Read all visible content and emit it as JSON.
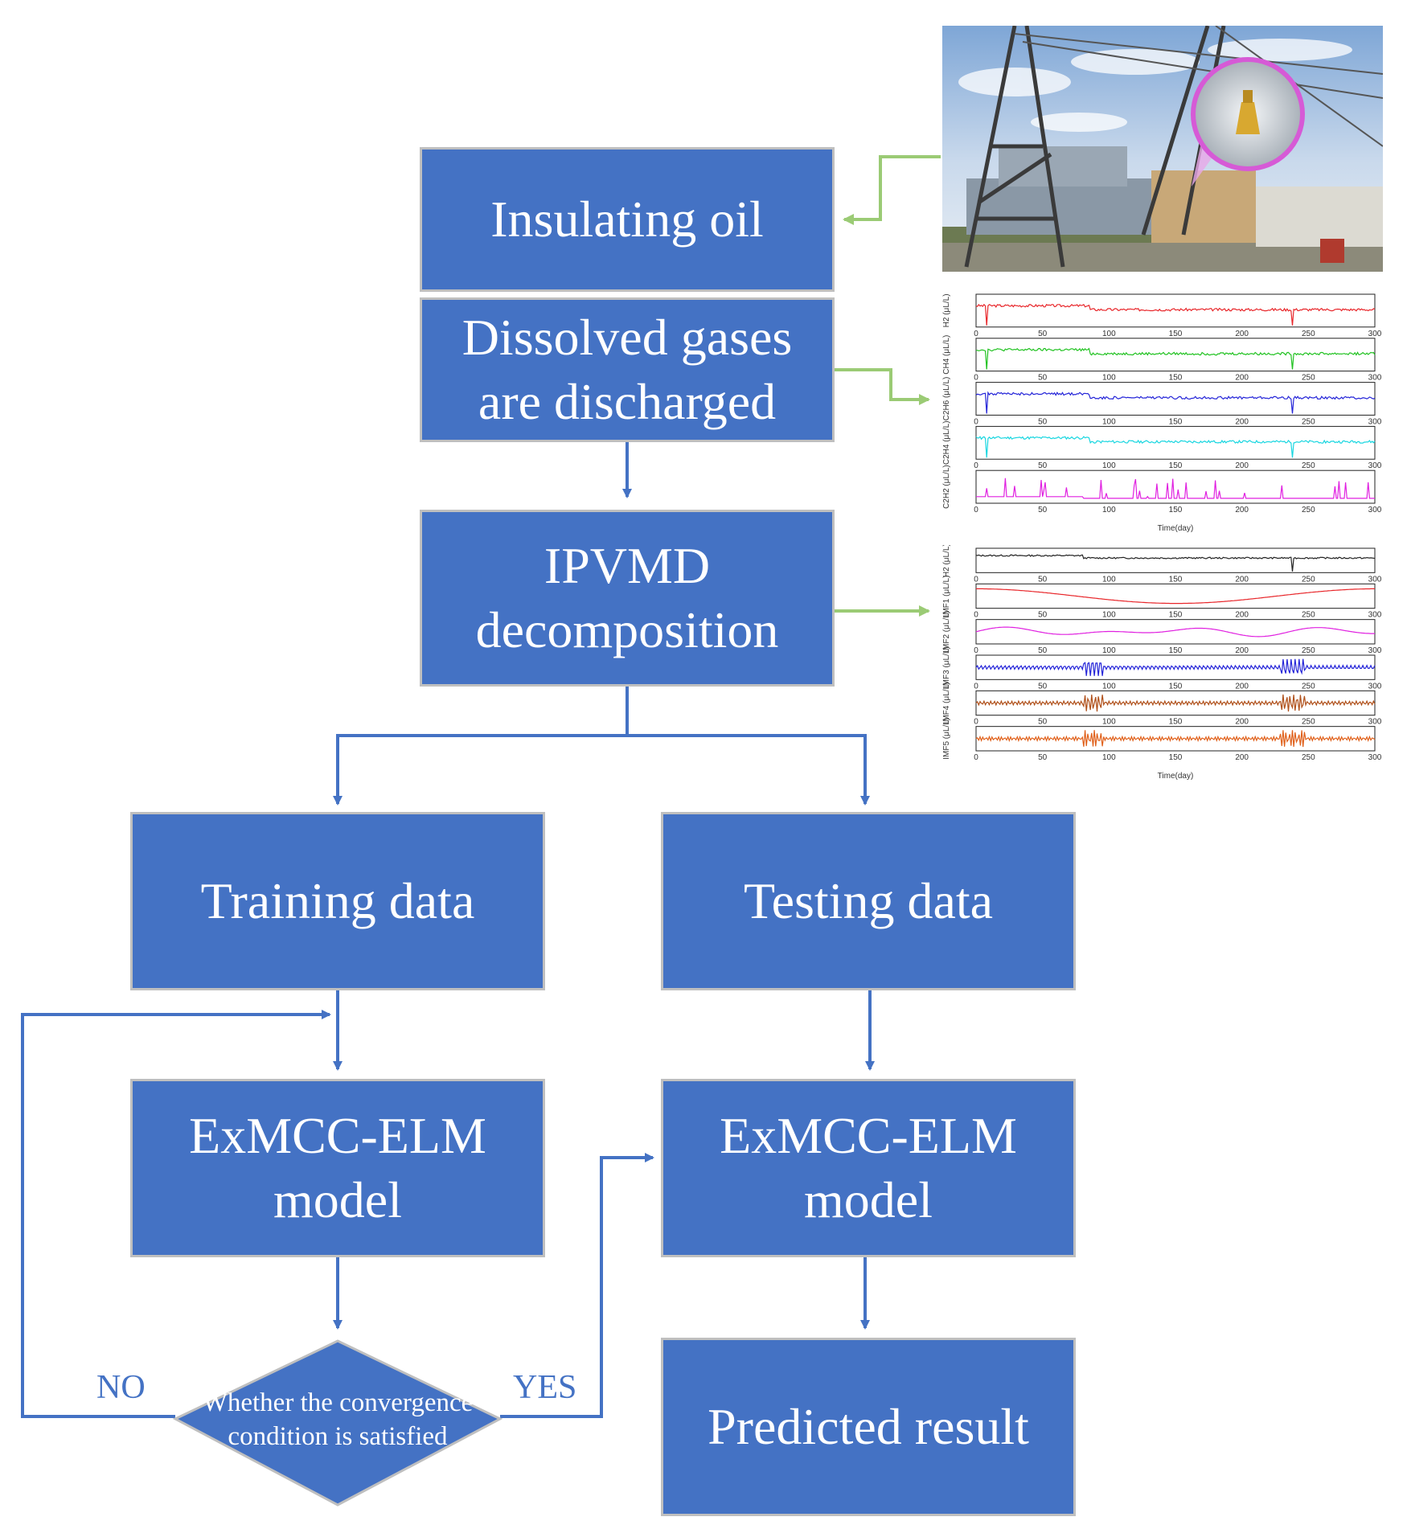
{
  "boxes": {
    "insulating_oil": "Insulating oil",
    "dissolved_1": "Dissolved gases",
    "dissolved_2": "are discharged",
    "ipvmd_1": "IPVMD",
    "ipvmd_2": "decomposition",
    "training": "Training data",
    "testing": "Testing data",
    "model_left_1": "ExMCC-ELM",
    "model_left_2": "model",
    "model_right_1": "ExMCC-ELM",
    "model_right_2": "model",
    "predicted": "Predicted result"
  },
  "decision": {
    "line1": "Whether the convergence",
    "line2": "condition is satisfied"
  },
  "branch_labels": {
    "no": "NO",
    "yes": "YES"
  },
  "gas_plot": {
    "xlabel": "Time(day)",
    "ticks": [
      "0",
      "50",
      "100",
      "150",
      "200",
      "250",
      "300"
    ],
    "rows": [
      {
        "ylabel": "H2 (μL/L)",
        "color": "#E8262A"
      },
      {
        "ylabel": "CH4 (μL/L)",
        "color": "#21C221"
      },
      {
        "ylabel": "C2H6 (μL/L)",
        "color": "#2424D8"
      },
      {
        "ylabel": "C2H4 (μL/L)",
        "color": "#18D6E0"
      },
      {
        "ylabel": "C2H2 (μL/L)",
        "color": "#E020E0"
      }
    ]
  },
  "imf_plot": {
    "xlabel": "Time(day)",
    "ticks": [
      "0",
      "50",
      "100",
      "150",
      "200",
      "250",
      "300"
    ],
    "rows": [
      {
        "ylabel": "H2 (μL/L)",
        "color": "#222222"
      },
      {
        "ylabel": "IMF1 (μL/L)",
        "color": "#E8262A"
      },
      {
        "ylabel": "IMF2 (μL/L)",
        "color": "#E020E0"
      },
      {
        "ylabel": "IMF3 (μL/L)",
        "color": "#2424D8"
      },
      {
        "ylabel": "IMF4 (μL/L)",
        "color": "#B0501A"
      },
      {
        "ylabel": "IMF5 (μL/L)",
        "color": "#E0601A"
      }
    ]
  },
  "colors": {
    "box": "#4472C4",
    "connector": "#4472C4",
    "green_arrow": "#9BCB75"
  }
}
